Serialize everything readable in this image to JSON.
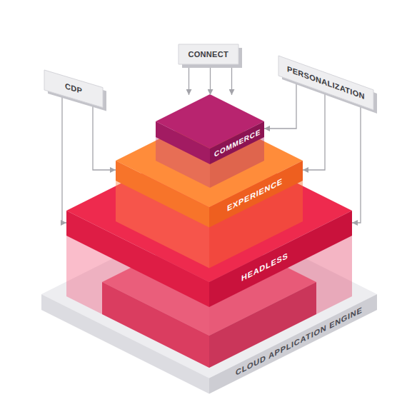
{
  "diagram": {
    "nodes": [
      {
        "text": [
          "CDP"
        ]
      },
      {
        "text": [
          "CONNECT"
        ]
      },
      {
        "text": [
          "PERSONALIZATION"
        ]
      },
      {
        "text": [
          "COMMERCE"
        ]
      },
      {
        "text": [
          "EXPERIENCE"
        ]
      },
      {
        "text": [
          "HEADLESS"
        ]
      },
      {
        "text": [
          "CLOUD APPLICATION ENGINE"
        ]
      }
    ],
    "edges": [
      {
        "from": 0,
        "to": 4,
        "arrow": "to"
      },
      {
        "from": 0,
        "to": 5,
        "arrow": "to"
      },
      {
        "from": 1,
        "to": 3,
        "arrow": "to"
      },
      {
        "from": 2,
        "to": 3,
        "arrow": "to"
      },
      {
        "from": 2,
        "to": 4,
        "arrow": "to"
      },
      {
        "from": 2,
        "to": 5,
        "arrow": "to"
      }
    ]
  }
}
